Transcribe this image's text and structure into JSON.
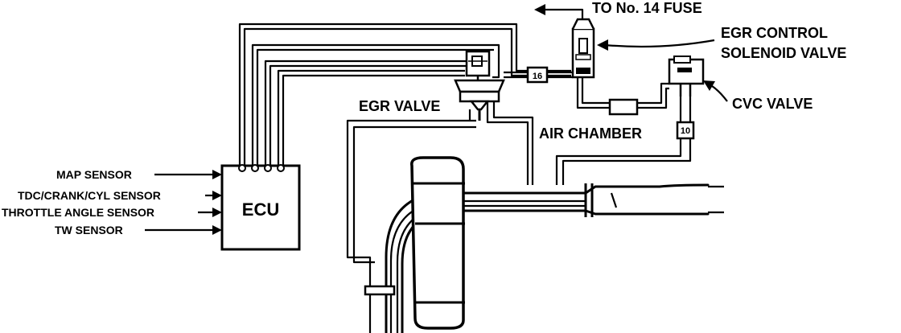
{
  "diagram": {
    "labels": {
      "to_fuse": "TO No. 14 FUSE",
      "egr_solenoid_line1": "EGR CONTROL",
      "egr_solenoid_line2": "SOLENOID VALVE",
      "cvc_valve": "CVC VALVE",
      "egr_valve": "EGR VALVE",
      "air_chamber": "AIR CHAMBER",
      "ecu": "ECU",
      "map_sensor": "MAP SENSOR",
      "tdc_sensor": "TDC/CRANK/CYL SENSOR",
      "throttle_sensor": "THROTTLE ANGLE SENSOR",
      "tw_sensor": "TW SENSOR",
      "hose_16": "16",
      "hose_10": "10"
    }
  }
}
